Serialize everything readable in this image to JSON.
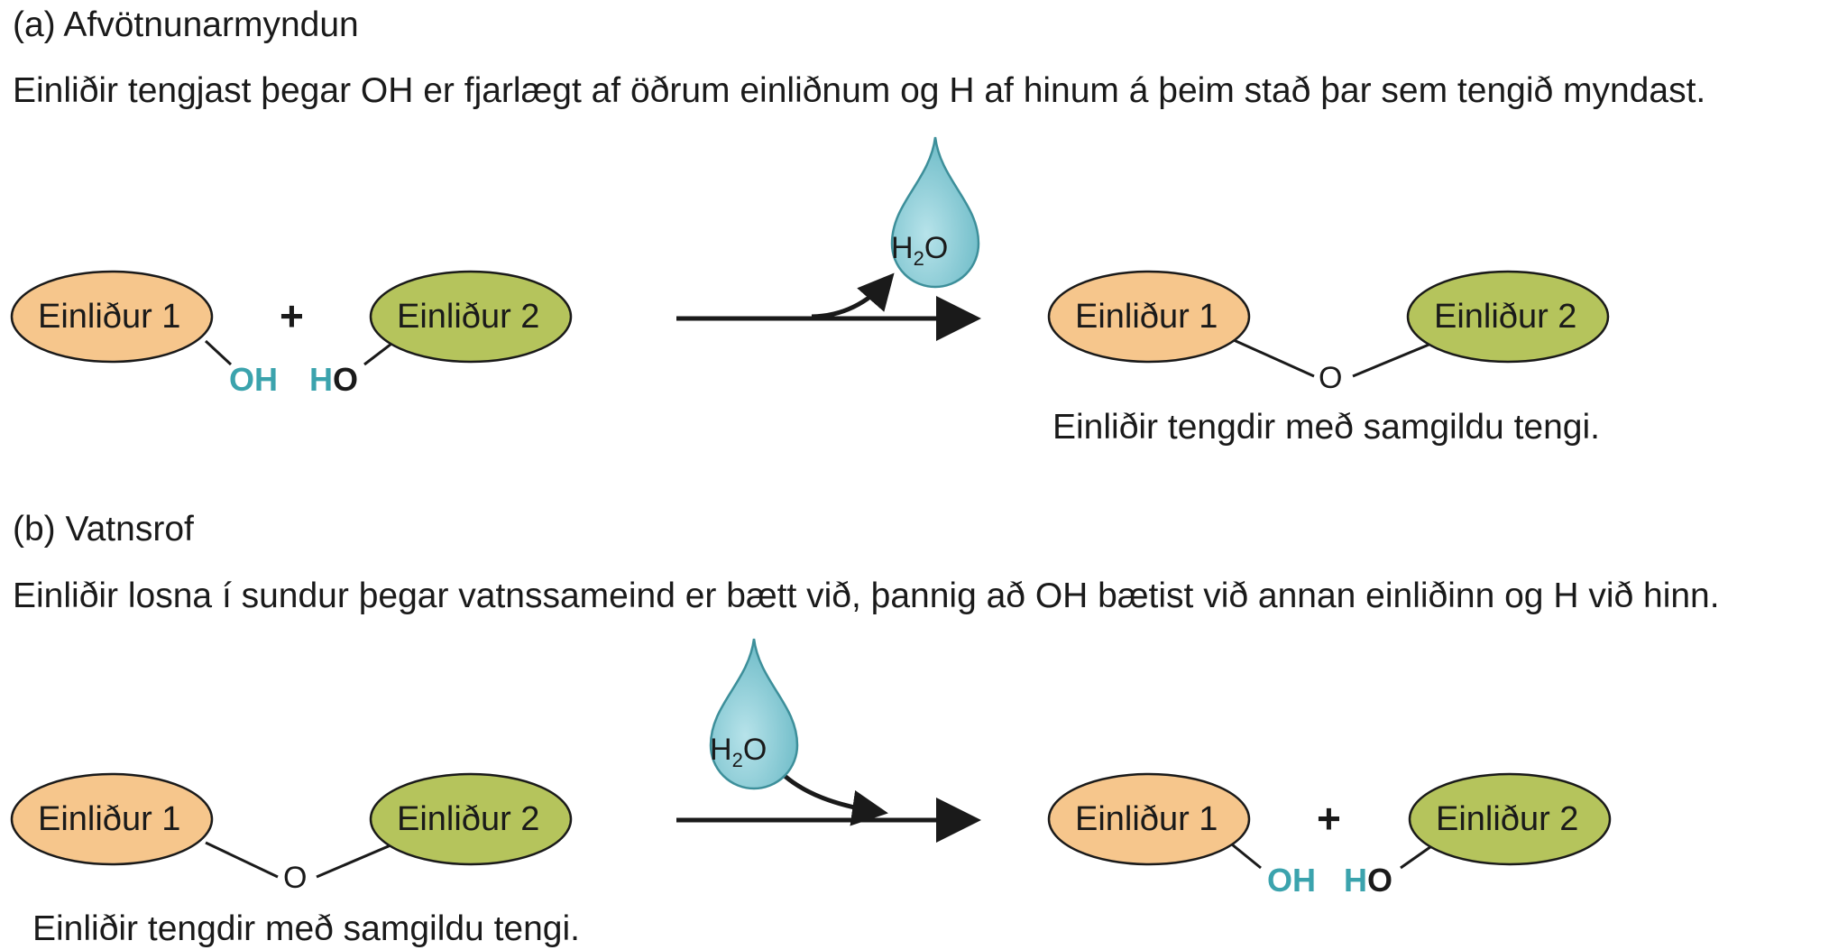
{
  "section_a": {
    "heading": "(a) Afvötnunarmyndun",
    "description": "Einliðir tengjast þegar OH er fjarlægt af öðrum einliðnum og H af hinum á þeim stað þar sem tengið myndast.",
    "reactant_1": "Einliður 1",
    "reactant_2": "Einliður 2",
    "plus": "+",
    "oh_group": "OH",
    "h_label": "H",
    "o_label": "O",
    "water": {
      "h": "H",
      "sub": "2",
      "o": "O"
    },
    "product_1": "Einliður 1",
    "product_2": "Einliður 2",
    "bond_o": "O",
    "caption": "Einliðir tengdir með samgildu tengi."
  },
  "section_b": {
    "heading": "(b) Vatnsrof",
    "description": "Einliðir losna í sundur þegar vatnssameind er bætt við, þannig að OH bætist við annan einliðinn og H við hinn.",
    "reactant_1": "Einliður 1",
    "reactant_2": "Einliður 2",
    "bond_o": "O",
    "caption": "Einliðir tengdir með samgildu tengi.",
    "water": {
      "h": "H",
      "sub": "2",
      "o": "O"
    },
    "product_1": "Einliður 1",
    "product_2": "Einliður 2",
    "plus": "+",
    "oh_group": "OH",
    "h_label": "H",
    "o_label": "O"
  },
  "colors": {
    "monomer_1_fill": "#f6c68c",
    "monomer_2_fill": "#b5c45c",
    "teal": "#3ba3ad",
    "drop_fill": "#8fcfd8",
    "ink": "#1a1a1a"
  }
}
